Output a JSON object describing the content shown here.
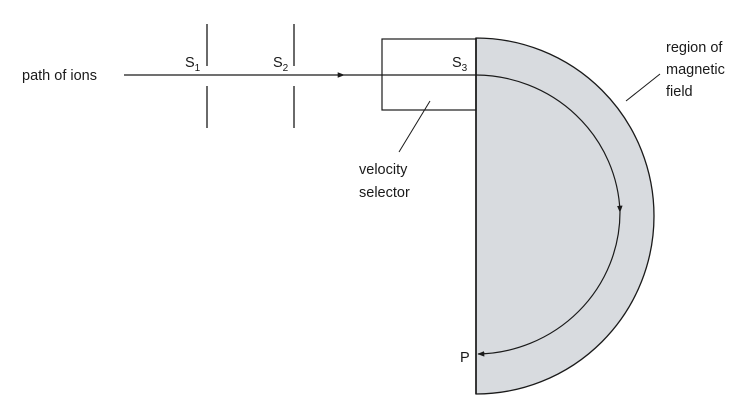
{
  "labels": {
    "path_of_ions": "path of ions",
    "slit_1": {
      "letter": "S",
      "sub": "1"
    },
    "slit_2": {
      "letter": "S",
      "sub": "2"
    },
    "slit_3": {
      "letter": "S",
      "sub": "3"
    },
    "velocity_selector_line1": "velocity",
    "velocity_selector_line2": "selector",
    "field_line1": "region of",
    "field_line2": "magnetic",
    "field_line3": "field",
    "point_p": "P"
  },
  "colors": {
    "ink": "#1a1a1a",
    "field_fill": "#d8dbdf"
  }
}
